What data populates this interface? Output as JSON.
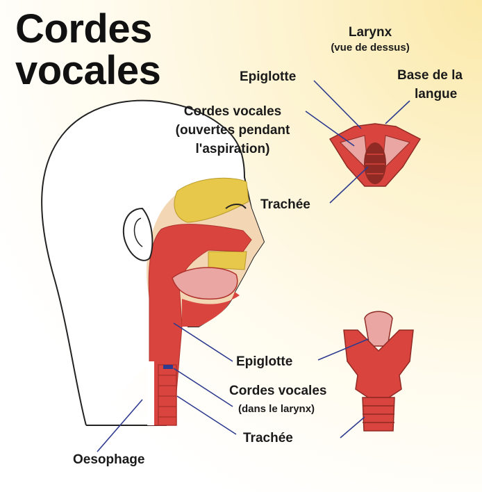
{
  "title": {
    "line1": "Cordes",
    "line2": "vocales"
  },
  "top_larynx": {
    "heading": "Larynx",
    "subheading": "(vue de dessus)",
    "labels": {
      "epiglotte": "Epiglotte",
      "base_line1": "Base de la",
      "base_line2": "langue",
      "cordes_line1": "Cordes vocales",
      "cordes_line2": "(ouvertes pendant",
      "cordes_line3": "l'aspiration)",
      "trachee": "Trachée"
    }
  },
  "head_labels": {
    "epiglotte": "Epiglotte",
    "cordes_line1": "Cordes vocales",
    "cordes_line2": "(dans le larynx)",
    "trachee": "Trachée",
    "oesophage": "Oesophage"
  },
  "colors": {
    "tissue_red": "#d9453e",
    "tissue_dark": "#b0322c",
    "skin": "#f3d6b4",
    "bone_yellow": "#e8c84a",
    "pink": "#e9a6a3",
    "line_blue": "#2e3b8f",
    "outline": "#222222"
  }
}
